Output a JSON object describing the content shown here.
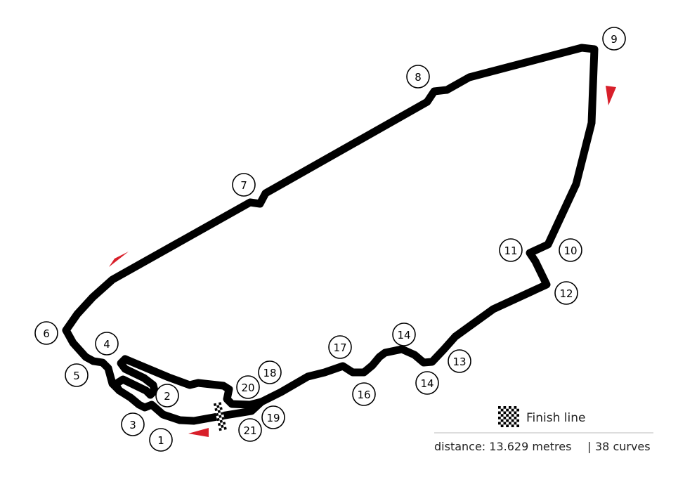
{
  "circuit": {
    "curve_markers": [
      "1",
      "2",
      "3",
      "4",
      "5",
      "6",
      "7",
      "8",
      "9",
      "10",
      "11",
      "12",
      "13",
      "14",
      "14",
      "16",
      "17",
      "18",
      "19",
      "20",
      "21"
    ],
    "legend": {
      "finish_line_label": "Finish line"
    },
    "info": {
      "distance": "distance: 13.629 metres",
      "separator": "|",
      "curves": "38 curves"
    },
    "colors": {
      "track": "#000000",
      "arrow": "#d81f2a",
      "rule": "#bbbbbb"
    },
    "icons": [
      "direction-arrow-icon",
      "checkered-flag-icon"
    ]
  }
}
